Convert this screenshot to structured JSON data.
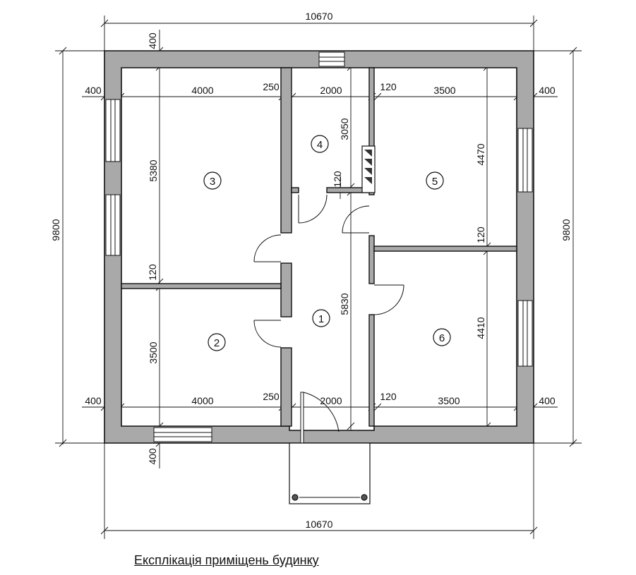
{
  "caption": "Експлікація приміщень будинку",
  "rooms": {
    "r1": "1",
    "r2": "2",
    "r3": "3",
    "r4": "4",
    "r5": "5",
    "r6": "6"
  },
  "dims": {
    "top_total": "10670",
    "bottom_total": "10670",
    "left_total": "9800",
    "right_total": "9800",
    "top_wall_left": "400",
    "bottom_wall_left": "400",
    "upper_row": [
      "400",
      "4000",
      "250",
      "2000",
      "120",
      "3500",
      "400"
    ],
    "lower_row": [
      "400",
      "4000",
      "250",
      "2000",
      "120",
      "3500",
      "400"
    ],
    "room3_height": "5380",
    "room2_height": "3500",
    "partition_left": "120",
    "room4_height": "3050",
    "room4_wall": "120",
    "room1_height": "5830",
    "room5_height": "4470",
    "partition_right": "120",
    "room6_height": "4410"
  }
}
